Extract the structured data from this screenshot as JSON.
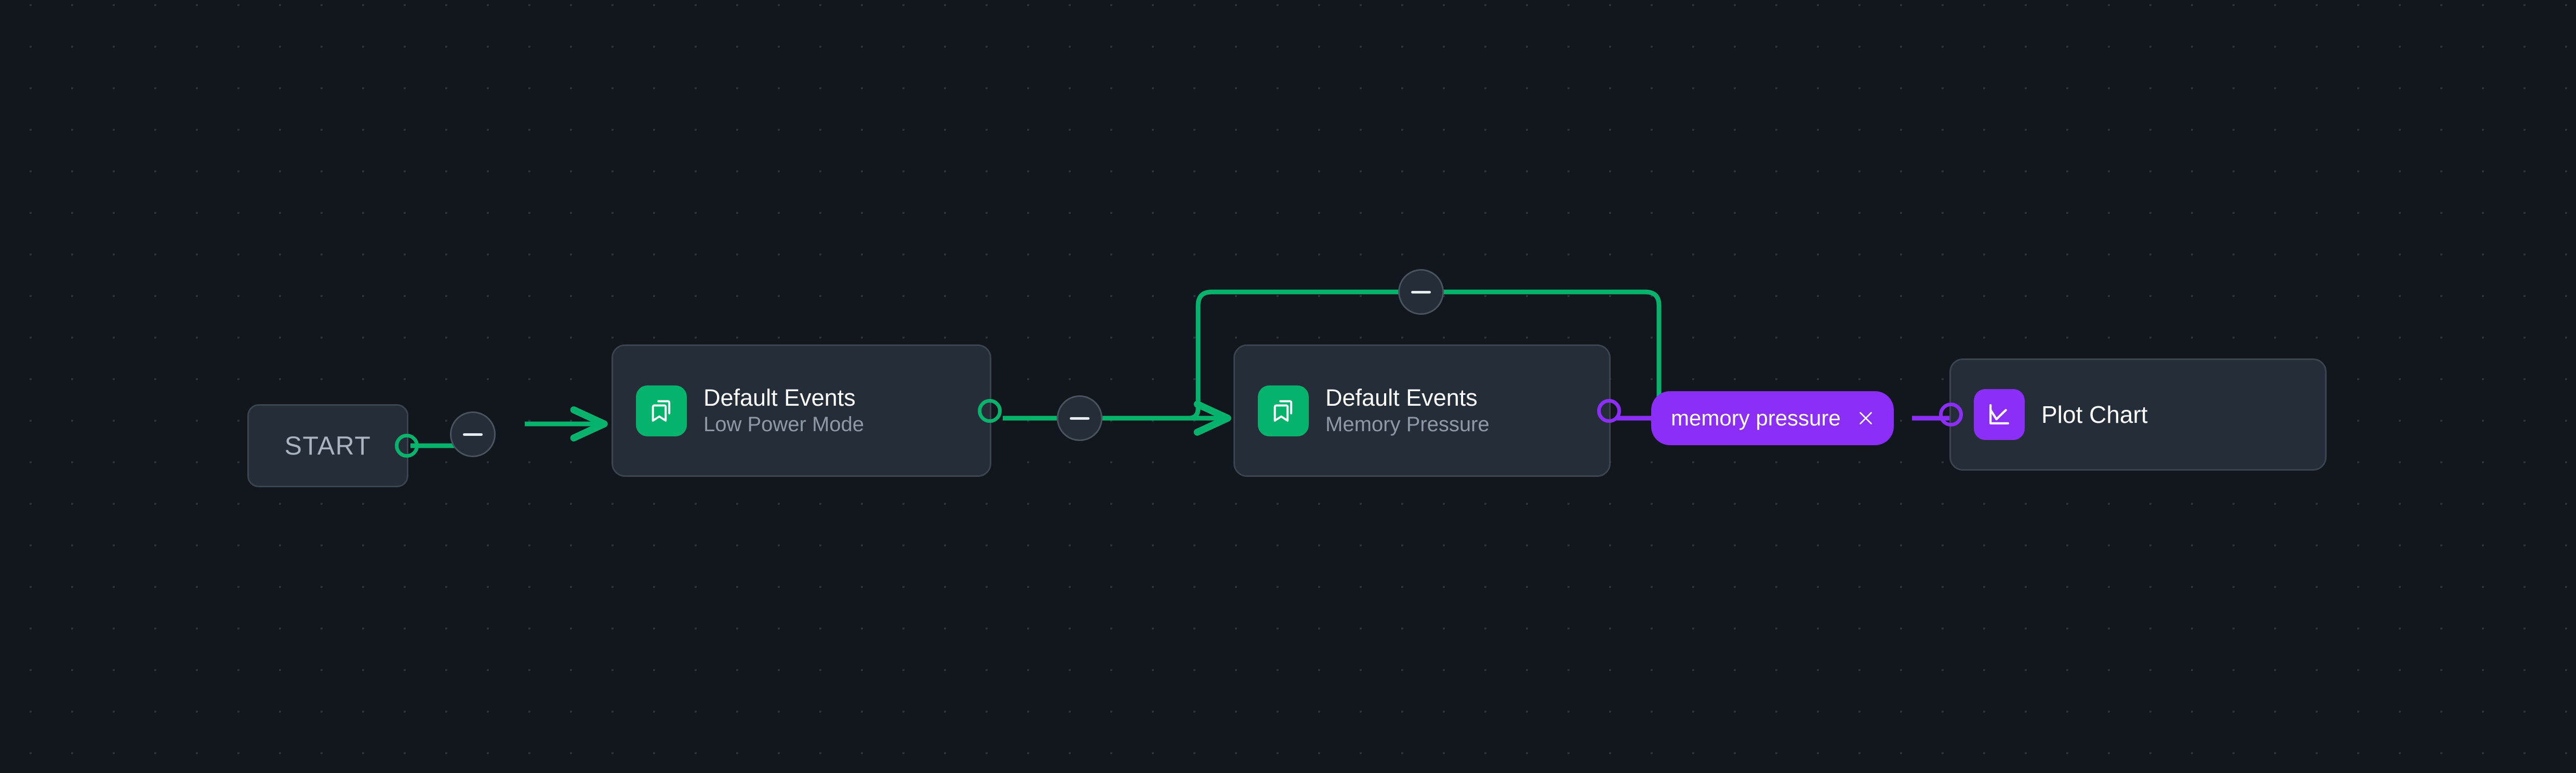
{
  "canvas": {
    "background_color": "#12161d",
    "grid_dot_color": "#2b323c"
  },
  "colors": {
    "node_fill": "#252d38",
    "node_border": "#3b444f",
    "edge_green": "#06b36d",
    "edge_purple": "#8b2ef8",
    "icon_green": "#06b36d",
    "icon_purple": "#8b2ef8",
    "title_text": "#ffffff",
    "subtitle_text": "#8e99a6",
    "start_text": "#aab4c0"
  },
  "nodes": {
    "start": {
      "label": "START"
    },
    "default_events_low_power": {
      "title": "Default Events",
      "subtitle": "Low Power Mode",
      "icon": "bookmarks-icon"
    },
    "default_events_memory": {
      "title": "Default Events",
      "subtitle": "Memory Pressure",
      "icon": "bookmarks-icon"
    },
    "plot_chart": {
      "title": "Plot Chart",
      "icon": "line-chart-icon"
    }
  },
  "badges": {
    "memory_pressure": {
      "label": "memory pressure",
      "close_icon": "close-icon",
      "color": "#8b2ef8"
    }
  },
  "edge_buttons": {
    "start_to_low_power": {
      "icon": "minus-icon"
    },
    "low_power_to_memory": {
      "icon": "minus-icon"
    },
    "loopback": {
      "icon": "minus-icon"
    }
  }
}
